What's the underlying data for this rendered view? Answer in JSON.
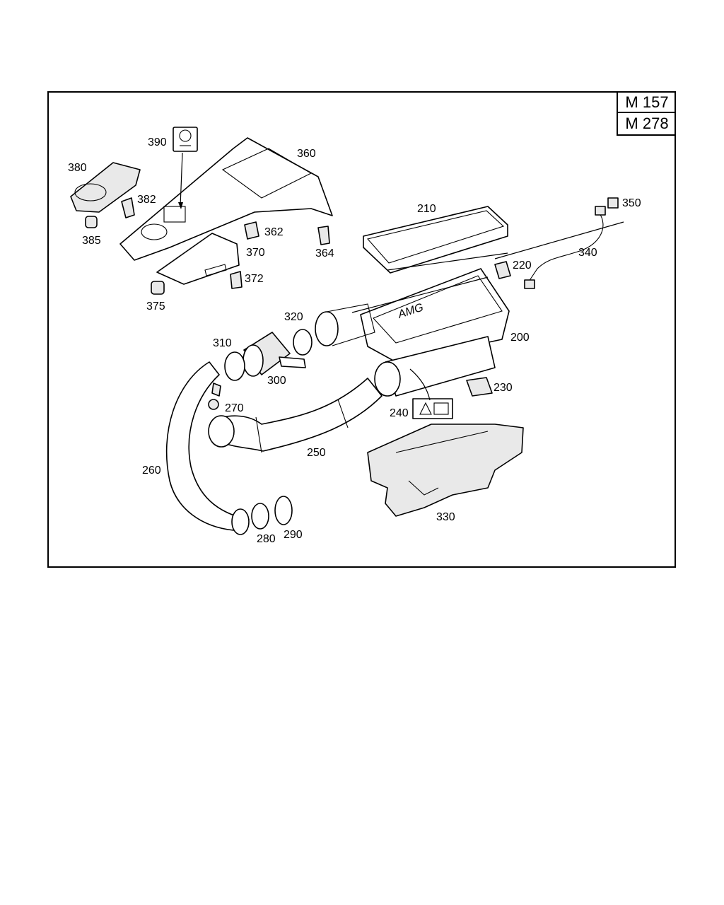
{
  "engine_codes": [
    "M 157",
    "M 278"
  ],
  "callouts": {
    "p200": "200",
    "p210": "210",
    "p220": "220",
    "p230": "230",
    "p240": "240",
    "p250": "250",
    "p260": "260",
    "p270": "270",
    "p280": "280",
    "p290": "290",
    "p300": "300",
    "p310": "310",
    "p320": "320",
    "p330": "330",
    "p340": "340",
    "p350": "350",
    "p360": "360",
    "p362": "362",
    "p364": "364",
    "p370": "370",
    "p372": "372",
    "p375": "375",
    "p380": "380",
    "p382": "382",
    "p385": "385",
    "p390": "390"
  }
}
